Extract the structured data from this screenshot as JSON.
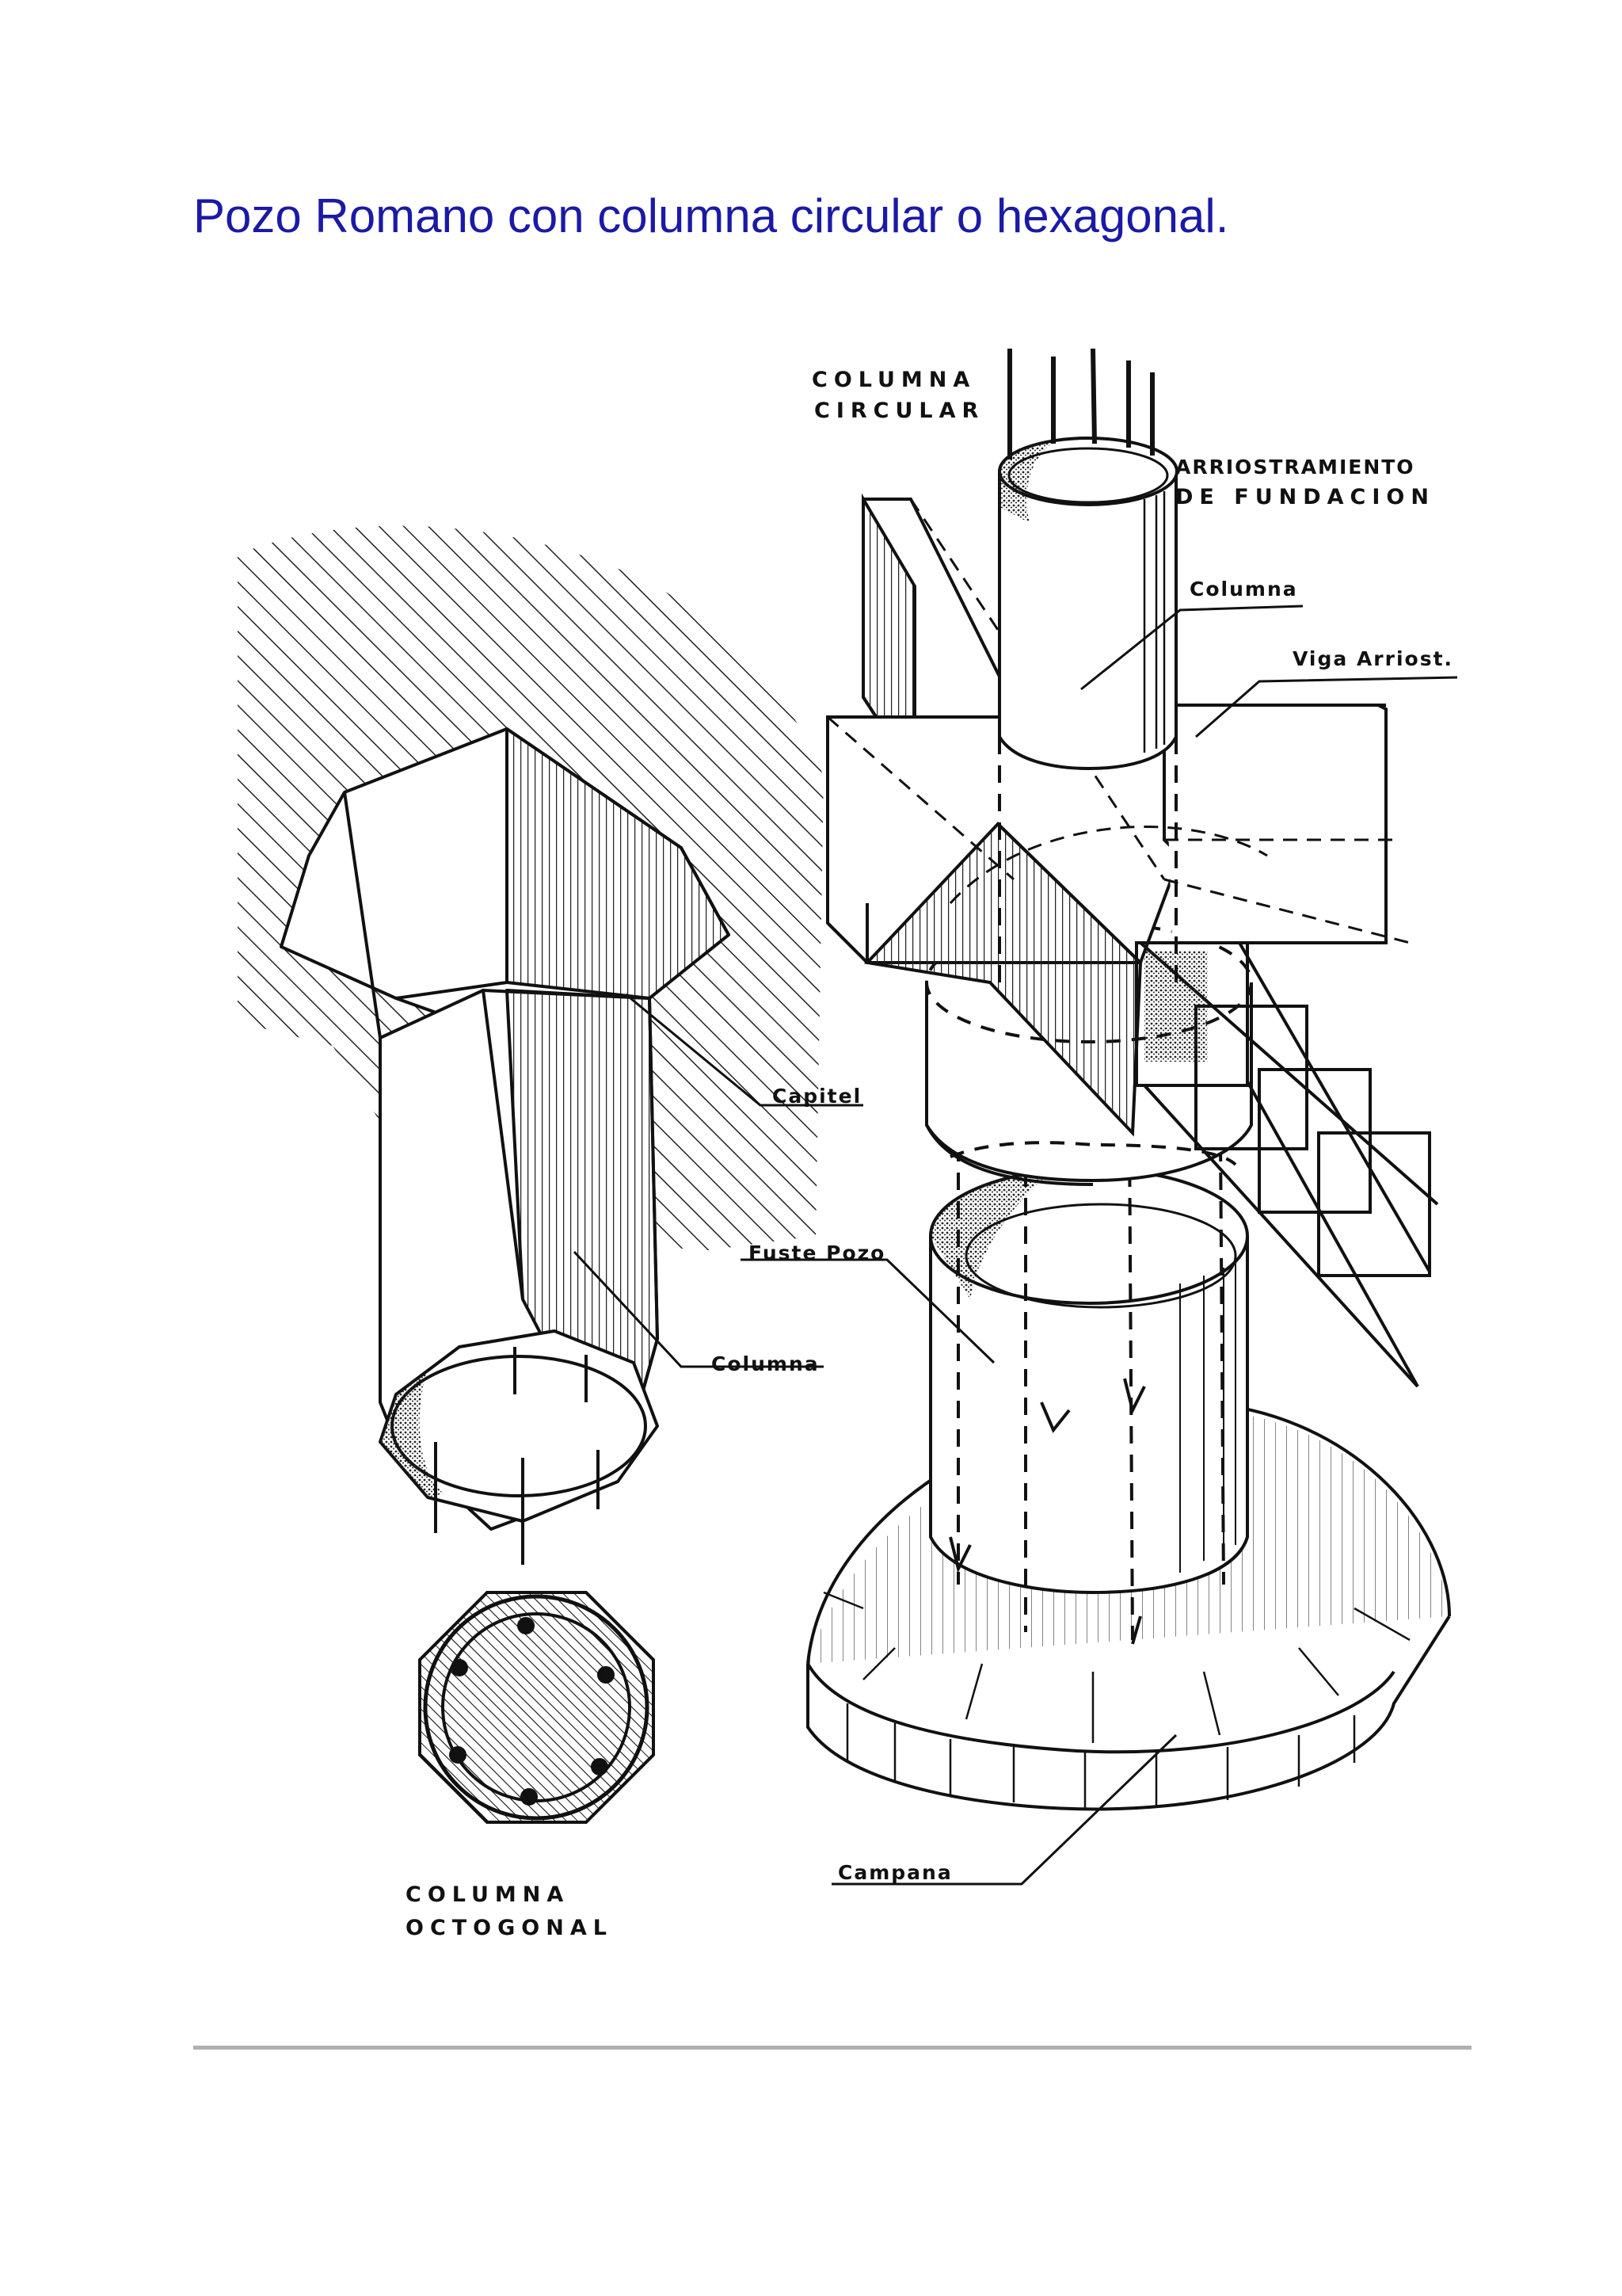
{
  "title": "Pozo Romano con columna circular o hexagonal.",
  "colors": {
    "title": "#1a1aa6",
    "ink": "#111111",
    "rule": "#b0b0b0"
  },
  "labels": {
    "columna_circular": [
      "COLUMNA",
      "CIRCULAR"
    ],
    "arriostramiento": [
      "ARRIOSTRAMIENTO",
      "DE FUNDACION"
    ],
    "columna_right": "Columna",
    "viga": "Viga Arriost.",
    "capitel": "Capitel",
    "fuste_pozo": "Fuste Pozo",
    "columna_left": "Columna",
    "campana": "Campana",
    "columna_octogonal": [
      "COLUMNA",
      "OCTOGONAL"
    ]
  }
}
